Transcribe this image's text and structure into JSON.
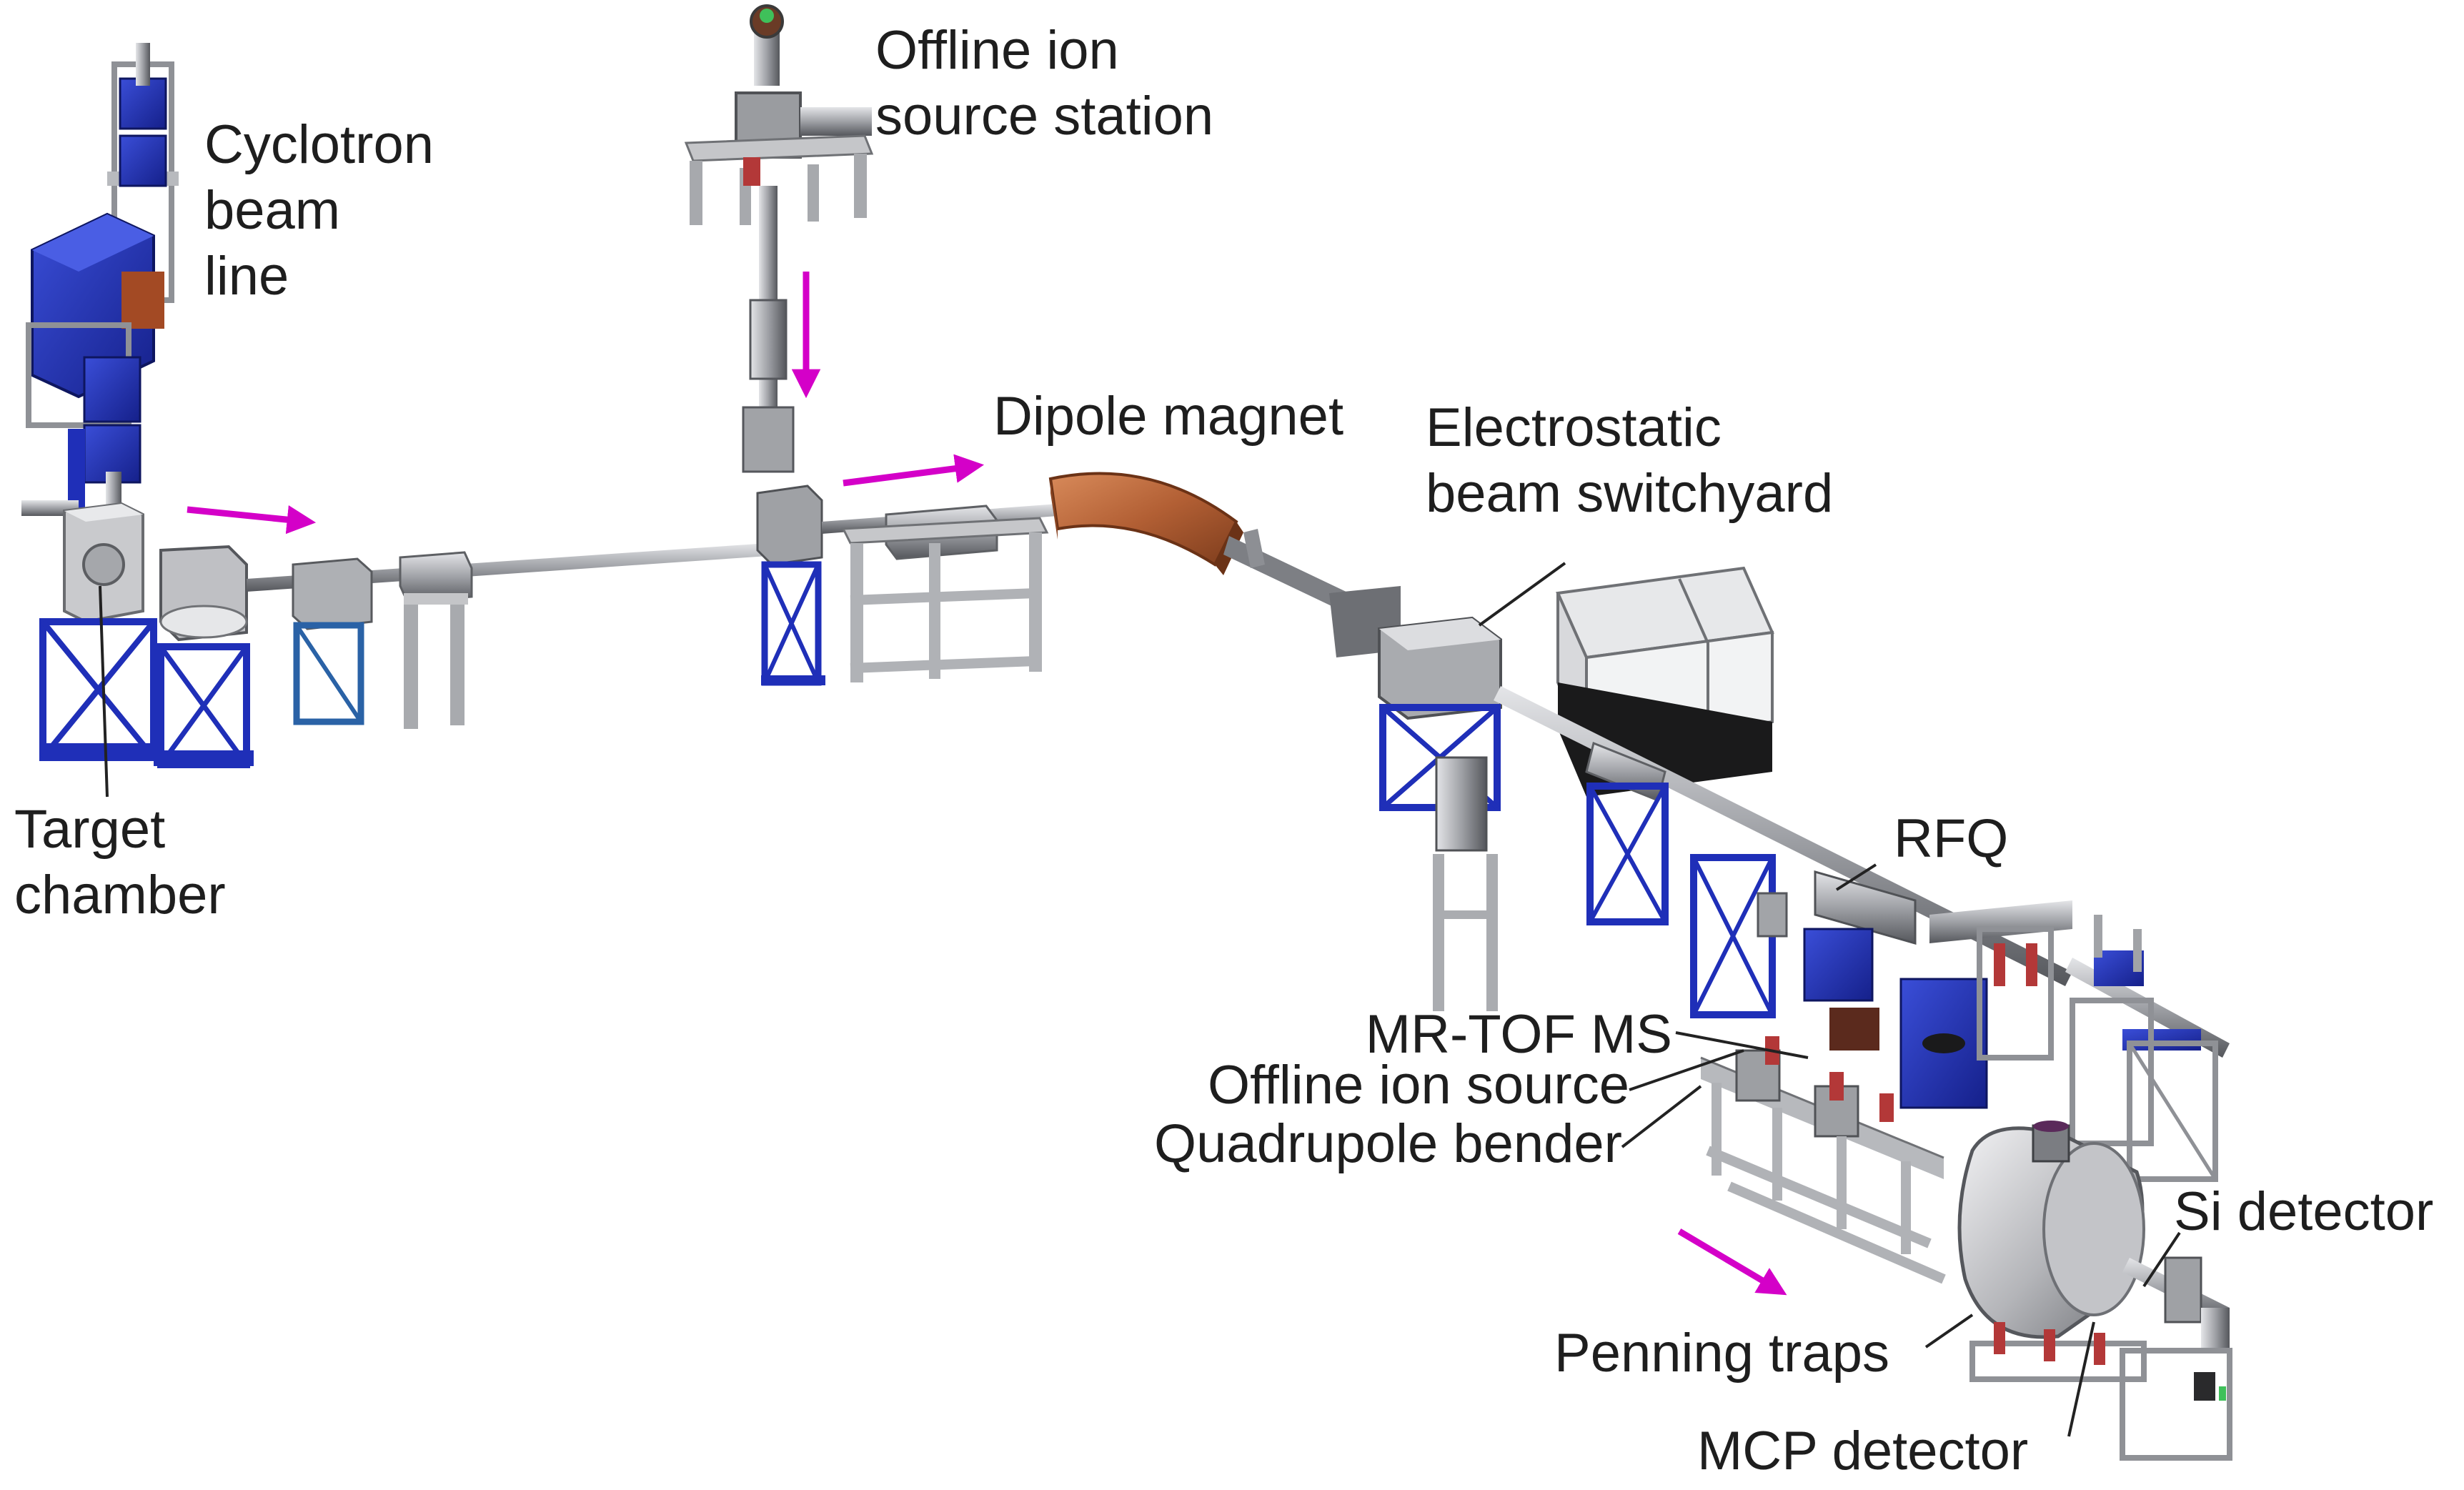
{
  "labels": {
    "cyclotron_beam_line": [
      "Cyclotron",
      "beam",
      "line"
    ],
    "offline_ion_source_station": [
      "Offline ion",
      "source station"
    ],
    "dipole_magnet": "Dipole magnet",
    "electrostatic_beam_switchyard": [
      "Electrostatic",
      "beam switchyard"
    ],
    "target_chamber": [
      "Target",
      "chamber"
    ],
    "rfq": "RFQ",
    "mr_tof_ms": "MR-TOF MS",
    "offline_ion_source": "Offline ion source",
    "quadrupole_bender": "Quadrupole bender",
    "si_detector": "Si detector",
    "penning_traps": "Penning traps",
    "mcp_detector": "MCP detector"
  },
  "colors": {
    "beam_arrow": "#d400c8",
    "stand_blue": "#1f2fb8",
    "steel_gray": "#9c9ea3",
    "magnet_copper": "#b25f34",
    "label_text": "#1e1e1e",
    "leader_line": "#222222"
  }
}
